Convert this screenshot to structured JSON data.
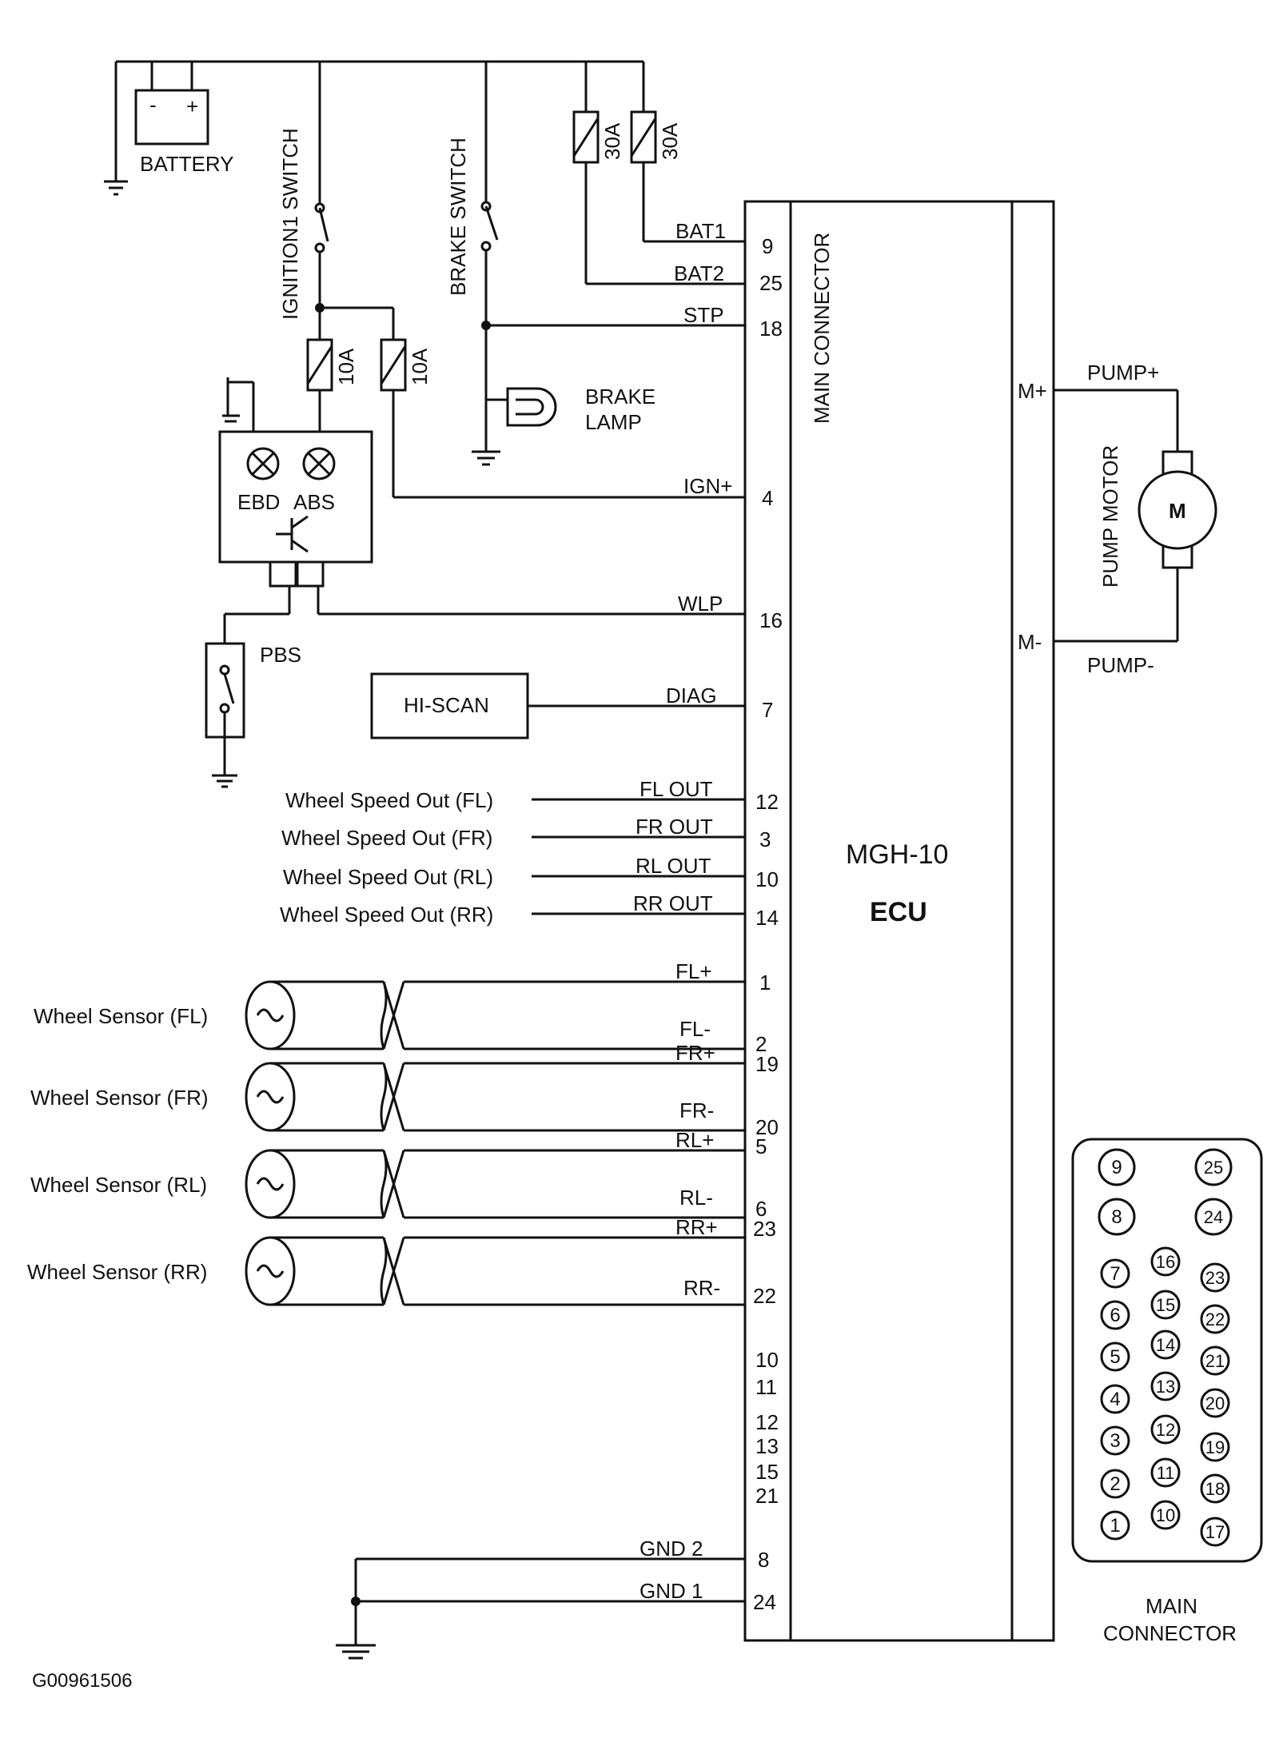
{
  "figure_id": "G00961506",
  "labels": {
    "battery": "BATTERY",
    "battery_minus": "-",
    "battery_plus": "+",
    "ignition_switch": "IGNITION1 SWITCH",
    "brake_switch": "BRAKE SWITCH",
    "brake_lamp_1": "BRAKE",
    "brake_lamp_2": "LAMP",
    "ebd": "EBD",
    "abs": "ABS",
    "pbs": "PBS",
    "hiscan": "HI-SCAN",
    "main_connector_vertical": "MAIN CONNECTOR",
    "ecu_model": "MGH-10",
    "ecu": "ECU",
    "pump_motor": "PUMP MOTOR",
    "motor_m": "M",
    "m_plus": "M+",
    "m_minus": "M-",
    "pump_plus": "PUMP+",
    "pump_minus": "PUMP-",
    "main_connector_1": "MAIN",
    "main_connector_2": "CONNECTOR"
  },
  "fuses": [
    {
      "id": "fuse-ignition-a",
      "rating": "10A"
    },
    {
      "id": "fuse-ignition-b",
      "rating": "10A"
    },
    {
      "id": "fuse-bat2",
      "rating": "30A"
    },
    {
      "id": "fuse-bat1",
      "rating": "30A"
    }
  ],
  "signals": [
    {
      "name": "BAT1",
      "pin": "9"
    },
    {
      "name": "BAT2",
      "pin": "25"
    },
    {
      "name": "STP",
      "pin": "18"
    },
    {
      "name": "IGN+",
      "pin": "4"
    },
    {
      "name": "WLP",
      "pin": "16"
    },
    {
      "name": "DIAG",
      "pin": "7"
    },
    {
      "name": "FL OUT",
      "pin": "12",
      "source": "Wheel Speed Out (FL)"
    },
    {
      "name": "FR OUT",
      "pin": "3",
      "source": "Wheel Speed Out (FR)"
    },
    {
      "name": "RL OUT",
      "pin": "10",
      "source": "Wheel Speed Out (RL)"
    },
    {
      "name": "RR OUT",
      "pin": "14",
      "source": "Wheel Speed Out (RR)"
    },
    {
      "name": "FL+",
      "pin": "1"
    },
    {
      "name": "FL-",
      "pin": "2"
    },
    {
      "name": "FR+",
      "pin": "19"
    },
    {
      "name": "FR-",
      "pin": "20"
    },
    {
      "name": "RL+",
      "pin": "5"
    },
    {
      "name": "RL-",
      "pin": "6"
    },
    {
      "name": "RR+",
      "pin": "23"
    },
    {
      "name": "RR-",
      "pin": "22"
    },
    {
      "name": "GND 2",
      "pin": "8"
    },
    {
      "name": "GND 1",
      "pin": "24"
    }
  ],
  "unused_pins": [
    "10",
    "11",
    "12",
    "13",
    "15",
    "21"
  ],
  "wheel_sensors": [
    "Wheel Sensor (FL)",
    "Wheel Sensor (FR)",
    "Wheel Sensor (RL)",
    "Wheel Sensor (RR)"
  ],
  "connector_pinout": {
    "top": [
      [
        "9",
        "25"
      ],
      [
        "8",
        "24"
      ]
    ],
    "left_column": [
      "7",
      "6",
      "5",
      "4",
      "3",
      "2",
      "1"
    ],
    "middle_column": [
      "16",
      "15",
      "14",
      "13",
      "12",
      "11",
      "10"
    ],
    "right_column": [
      "23",
      "22",
      "21",
      "20",
      "19",
      "18",
      "17"
    ]
  }
}
